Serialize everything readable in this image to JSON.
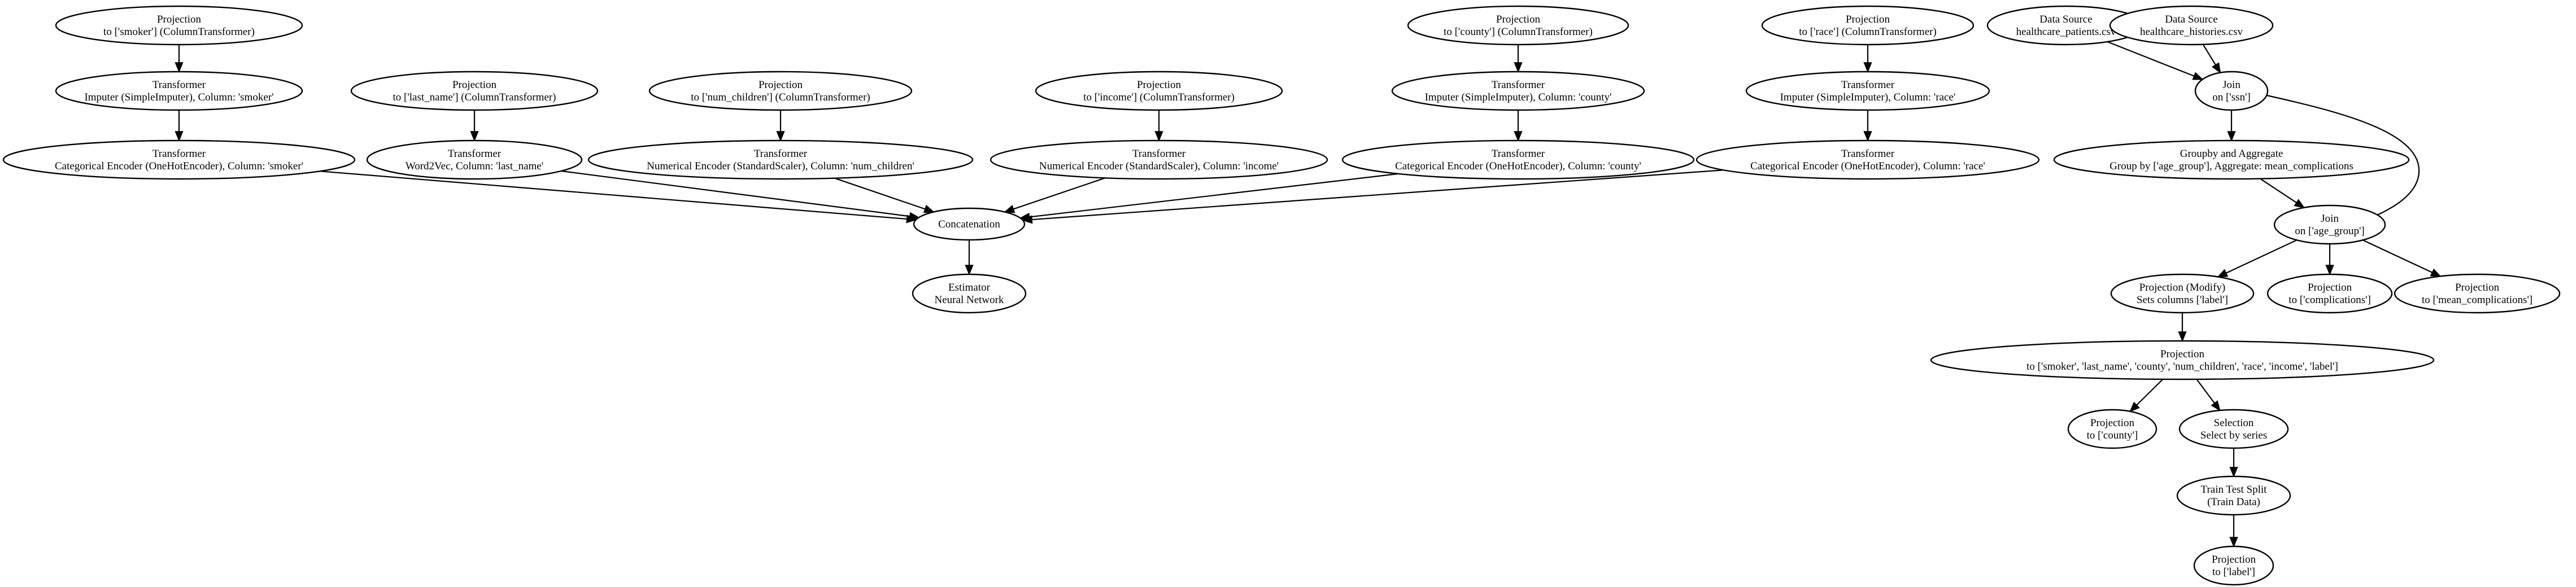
{
  "diagram": {
    "nodes": [
      {
        "id": "proj_smoker",
        "lines": [
          "Projection",
          "to ['smoker'] (ColumnTransformer)"
        ]
      },
      {
        "id": "imp_smoker",
        "lines": [
          "Transformer",
          "Imputer (SimpleImputer), Column: 'smoker'"
        ]
      },
      {
        "id": "enc_smoker",
        "lines": [
          "Transformer",
          "Categorical Encoder (OneHotEncoder), Column: 'smoker'"
        ]
      },
      {
        "id": "proj_last_name",
        "lines": [
          "Projection",
          "to ['last_name'] (ColumnTransformer)"
        ]
      },
      {
        "id": "w2v_last_name",
        "lines": [
          "Transformer",
          "Word2Vec, Column: 'last_name'"
        ]
      },
      {
        "id": "proj_num_children",
        "lines": [
          "Projection",
          "to ['num_children'] (ColumnTransformer)"
        ]
      },
      {
        "id": "enc_num_children",
        "lines": [
          "Transformer",
          "Numerical Encoder (StandardScaler), Column: 'num_children'"
        ]
      },
      {
        "id": "proj_income",
        "lines": [
          "Projection",
          "to ['income'] (ColumnTransformer)"
        ]
      },
      {
        "id": "enc_income",
        "lines": [
          "Transformer",
          "Numerical Encoder (StandardScaler), Column: 'income'"
        ]
      },
      {
        "id": "proj_county",
        "lines": [
          "Projection",
          "to ['county'] (ColumnTransformer)"
        ]
      },
      {
        "id": "imp_county",
        "lines": [
          "Transformer",
          "Imputer (SimpleImputer), Column: 'county'"
        ]
      },
      {
        "id": "enc_county",
        "lines": [
          "Transformer",
          "Categorical Encoder (OneHotEncoder), Column: 'county'"
        ]
      },
      {
        "id": "proj_race",
        "lines": [
          "Projection",
          "to ['race'] (ColumnTransformer)"
        ]
      },
      {
        "id": "imp_race",
        "lines": [
          "Transformer",
          "Imputer (SimpleImputer), Column: 'race'"
        ]
      },
      {
        "id": "enc_race",
        "lines": [
          "Transformer",
          "Categorical Encoder (OneHotEncoder), Column: 'race'"
        ]
      },
      {
        "id": "concat",
        "lines": [
          "Concatenation"
        ]
      },
      {
        "id": "estimator",
        "lines": [
          "Estimator",
          "Neural Network"
        ]
      },
      {
        "id": "ds_patients",
        "lines": [
          "Data Source",
          "healthcare_patients.csv"
        ]
      },
      {
        "id": "ds_histories",
        "lines": [
          "Data Source",
          "healthcare_histories.csv"
        ]
      },
      {
        "id": "join_ssn",
        "lines": [
          "Join",
          "on ['ssn']"
        ]
      },
      {
        "id": "groupby",
        "lines": [
          "Groupby and Aggregate",
          "Group by ['age_group'],  Aggregate: mean_complications"
        ]
      },
      {
        "id": "join_age",
        "lines": [
          "Join",
          "on ['age_group']"
        ]
      },
      {
        "id": "proj_modify",
        "lines": [
          "Projection (Modify)",
          "Sets columns ['label']"
        ]
      },
      {
        "id": "proj_complications",
        "lines": [
          "Projection",
          "to ['complications']"
        ]
      },
      {
        "id": "proj_mean_complications",
        "lines": [
          "Projection",
          "to ['mean_complications']"
        ]
      },
      {
        "id": "proj_all",
        "lines": [
          "Projection",
          "to ['smoker', 'last_name', 'county', 'num_children', 'race', 'income', 'label']"
        ]
      },
      {
        "id": "proj_county2",
        "lines": [
          "Projection",
          "to ['county']"
        ]
      },
      {
        "id": "selection",
        "lines": [
          "Selection",
          "Select by series"
        ]
      },
      {
        "id": "split",
        "lines": [
          "Train Test Split",
          "(Train Data)"
        ]
      },
      {
        "id": "proj_label",
        "lines": [
          "Projection",
          "to ['label']"
        ]
      }
    ],
    "edges": [
      [
        "proj_smoker",
        "imp_smoker"
      ],
      [
        "imp_smoker",
        "enc_smoker"
      ],
      [
        "enc_smoker",
        "concat"
      ],
      [
        "proj_last_name",
        "w2v_last_name"
      ],
      [
        "w2v_last_name",
        "concat"
      ],
      [
        "proj_num_children",
        "enc_num_children"
      ],
      [
        "enc_num_children",
        "concat"
      ],
      [
        "proj_income",
        "enc_income"
      ],
      [
        "enc_income",
        "concat"
      ],
      [
        "proj_county",
        "imp_county"
      ],
      [
        "imp_county",
        "enc_county"
      ],
      [
        "enc_county",
        "concat"
      ],
      [
        "proj_race",
        "imp_race"
      ],
      [
        "imp_race",
        "enc_race"
      ],
      [
        "enc_race",
        "concat"
      ],
      [
        "concat",
        "estimator"
      ],
      [
        "ds_patients",
        "join_ssn"
      ],
      [
        "ds_histories",
        "join_ssn"
      ],
      [
        "join_ssn",
        "groupby"
      ],
      [
        "join_ssn",
        "join_age"
      ],
      [
        "groupby",
        "join_age"
      ],
      [
        "join_age",
        "proj_modify"
      ],
      [
        "join_age",
        "proj_complications"
      ],
      [
        "join_age",
        "proj_mean_complications"
      ],
      [
        "proj_modify",
        "proj_all"
      ],
      [
        "proj_all",
        "proj_county2"
      ],
      [
        "proj_all",
        "selection"
      ],
      [
        "selection",
        "split"
      ],
      [
        "split",
        "proj_label"
      ]
    ]
  }
}
